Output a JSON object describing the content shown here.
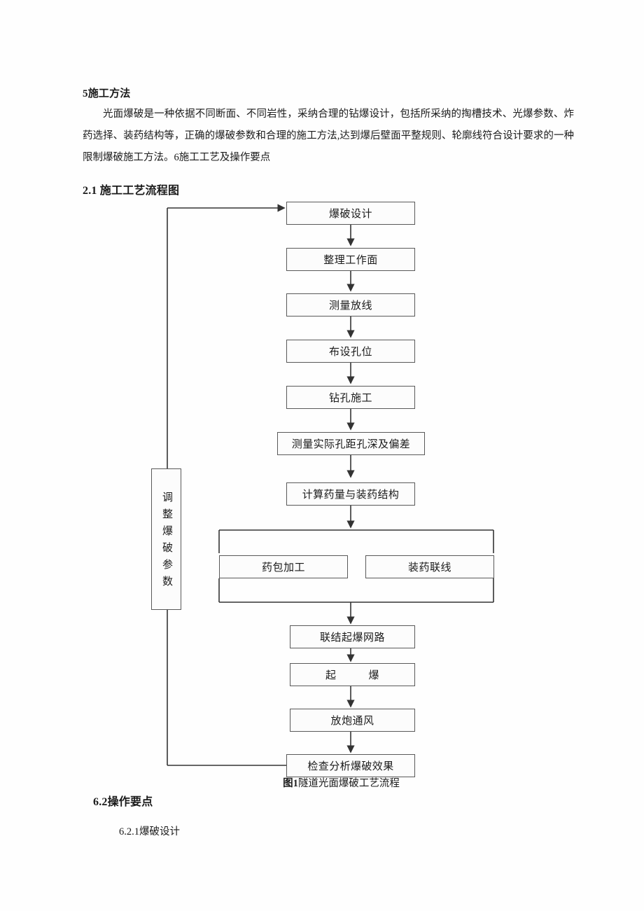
{
  "document": {
    "section5": {
      "heading": "5施工方法",
      "body": "光面爆破是一种依据不同断面、不同岩性，采纳合理的钻爆设计，包括所采纳的掏槽技术、光爆参数、炸药选择、装药结构等，正确的爆破参数和合理的施工方法,达到爆后壁面平整规则、轮廓线符合设计要求的一种限制爆破施工方法。6施工工艺及操作要点"
    },
    "section21": {
      "heading": "2.1   施工工艺流程图"
    },
    "figure": {
      "caption_label": "图1",
      "caption_text": "隧道光面爆破工艺流程"
    },
    "section62": {
      "heading": "6.2操作要点",
      "sub": "6.2.1爆破设计"
    }
  },
  "flowchart": {
    "type": "process-flow",
    "title": "隧道光面爆破工艺流程",
    "feedback_label": "调整爆破参数",
    "nodes": [
      {
        "id": "n1",
        "label": "爆破设计"
      },
      {
        "id": "n2",
        "label": "整理工作面"
      },
      {
        "id": "n3",
        "label": "测量放线"
      },
      {
        "id": "n4",
        "label": "布设孔位"
      },
      {
        "id": "n5",
        "label": "钻孔施工"
      },
      {
        "id": "n6",
        "label": "测量实际孔距孔深及偏差"
      },
      {
        "id": "n7",
        "label": "计算药量与装药结构"
      },
      {
        "id": "n8a",
        "label": "药包加工"
      },
      {
        "id": "n8b",
        "label": "装药联线"
      },
      {
        "id": "n9",
        "label": "联结起爆网路"
      },
      {
        "id": "n10a",
        "label": "起"
      },
      {
        "id": "n10b",
        "label": "爆"
      },
      {
        "id": "n11",
        "label": "放炮通风"
      },
      {
        "id": "n12",
        "label": "检查分析爆破效果"
      }
    ],
    "colors": {
      "border": "#595959",
      "fill": "#fcfcfc",
      "line": "#333333",
      "text": "#1a1a1a"
    }
  }
}
